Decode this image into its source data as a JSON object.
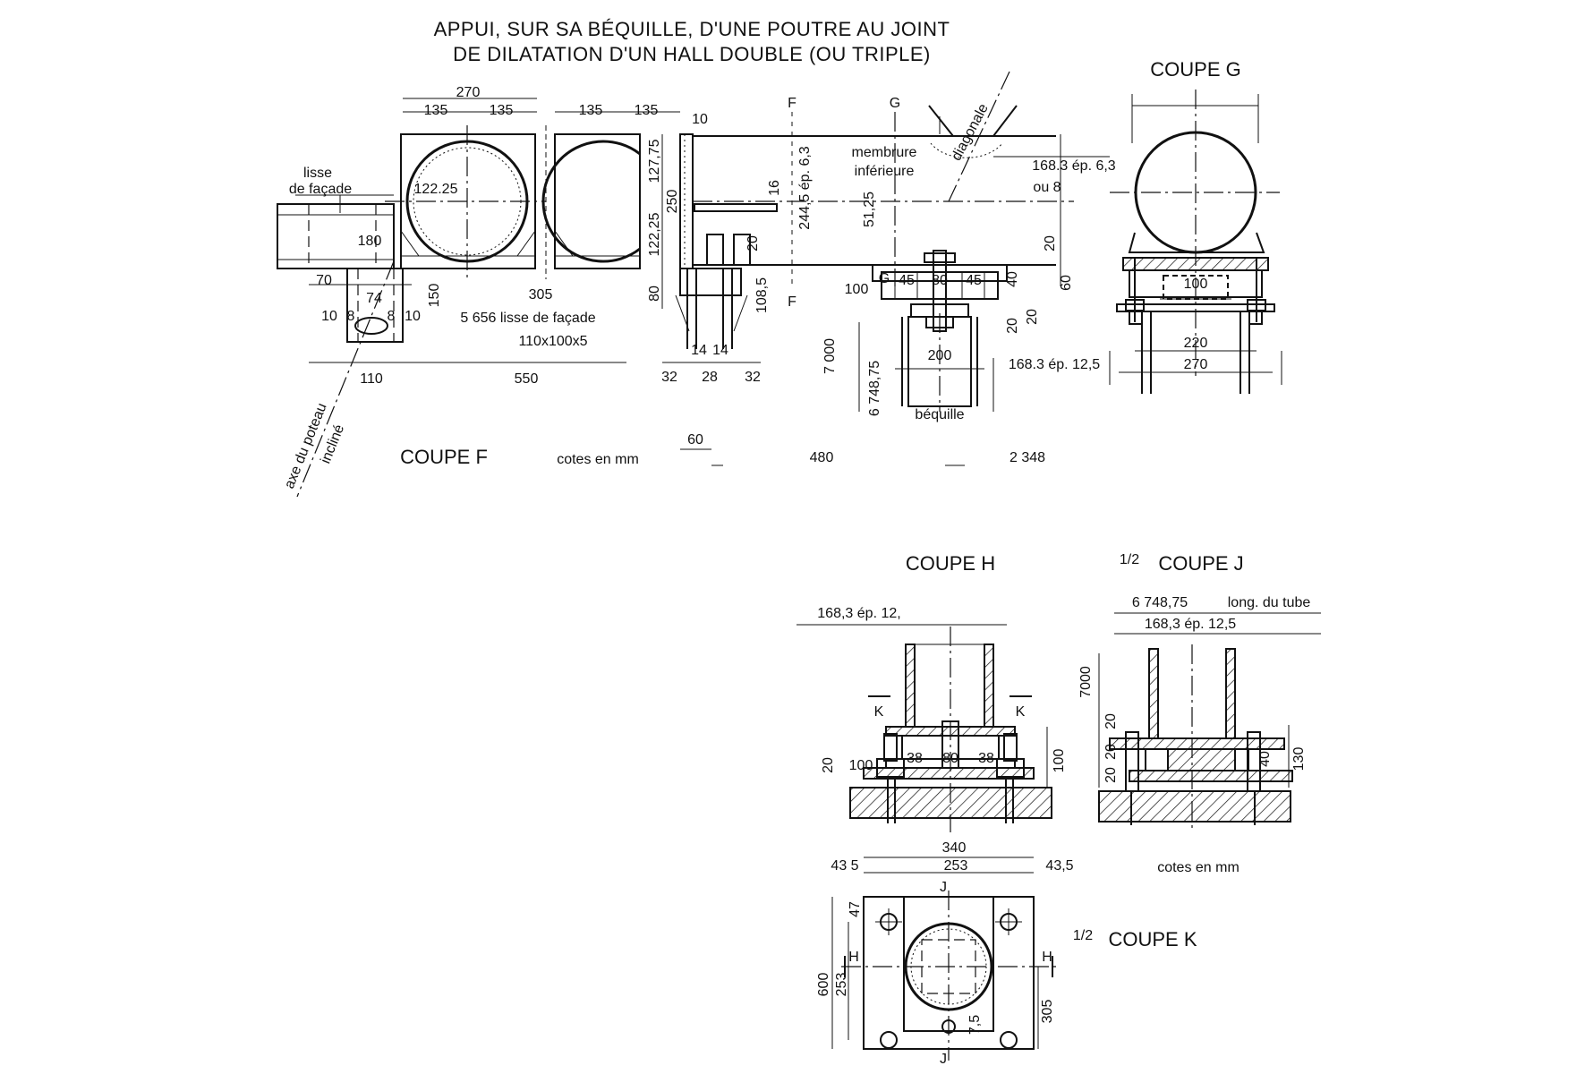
{
  "title": {
    "line1": "APPUI, SUR SA BÉQUILLE, D'UNE POUTRE AU JOINT",
    "line2": "DE DILATATION D'UN HALL DOUBLE (OU TRIPLE)"
  },
  "sections": {
    "coupe_f": "COUPE F",
    "coupe_g": "COUPE G",
    "coupe_h": "COUPE H",
    "coupe_j_frac": "1/2",
    "coupe_j": "COUPE J",
    "coupe_k_frac": "1/2",
    "coupe_k": "COUPE K"
  },
  "notes": {
    "units_top": "cotes en mm",
    "units_bottom": "cotes en mm",
    "lisse": "lisse",
    "de_facade": "de façade",
    "lisse_de_facade": "5 656 lisse de façade",
    "angle_profile": "110x100x5",
    "membrure": "membrure",
    "inferieure": "inférieure",
    "diagonale": "diagonale",
    "tube_top_1": "168.3 ép. 6,3",
    "tube_top_2": "ou 8",
    "tube_bequille": "168.3 ép. 12,5",
    "bequille": "béquille",
    "axe_poteau_1": "axe du poteau",
    "axe_poteau_2": "incliné",
    "tube_h": "168,3 ép. 12,",
    "long_tube_val": "6 748,75",
    "long_tube_lbl": "long. du tube",
    "tube_j": "168,3 ép. 12,5"
  },
  "dims_f": {
    "d270": "270",
    "d135a": "135",
    "d135b": "135",
    "d135c": "135",
    "d135d": "135",
    "d10top": "10",
    "d122_25a": "122.25",
    "d180": "180",
    "d70": "70",
    "d74": "74",
    "d10l": "10",
    "d8l": "8",
    "d8r": "8",
    "d10r": "10",
    "d150": "150",
    "d305": "305",
    "d110": "110",
    "d550": "550",
    "d127_75": "127,75",
    "d250": "250",
    "d122_25b": "122,25",
    "d80v": "80",
    "d16": "16",
    "d244_5": "244,5 ép. 6,3",
    "d20a": "20",
    "d108_5": "108,5",
    "d14a": "14",
    "d14b": "14",
    "d32a": "32",
    "d28": "28",
    "d32b": "32",
    "d51_25": "51,25",
    "d7000": "7 000",
    "d6748": "6 748,75",
    "sec_F_top": "F",
    "sec_F_bot": "F",
    "sec_G_top": "G",
    "sec_G_bot": "G",
    "d100": "100",
    "d45a": "45",
    "d80": "80",
    "d45b": "45",
    "d40": "40",
    "d20b": "20",
    "d20c": "20",
    "d60": "60",
    "d20d": "20",
    "d200": "200",
    "d60b": "60",
    "d480": "480",
    "d2348": "2 348"
  },
  "dims_g": {
    "d100": "100",
    "d220": "220",
    "d270": "270"
  },
  "dims_h": {
    "k1": "K",
    "k2": "K",
    "d20": "20",
    "d100": "100",
    "d38a": "38",
    "d80": "80",
    "d38b": "38",
    "d100v": "100"
  },
  "dims_j": {
    "d7000": "7000",
    "d20a": "20",
    "d20b": "20",
    "d20c": "20",
    "d40": "40",
    "d130": "130"
  },
  "dims_k": {
    "d340": "340",
    "d43_5a": "43 5",
    "d253h": "253",
    "d43_5b": "43,5",
    "j1": "J",
    "j2": "J",
    "h1": "H",
    "h2": "H",
    "d47": "47",
    "d600": "600",
    "d253v": "253",
    "d305": "305",
    "d7_5": "7,5"
  }
}
